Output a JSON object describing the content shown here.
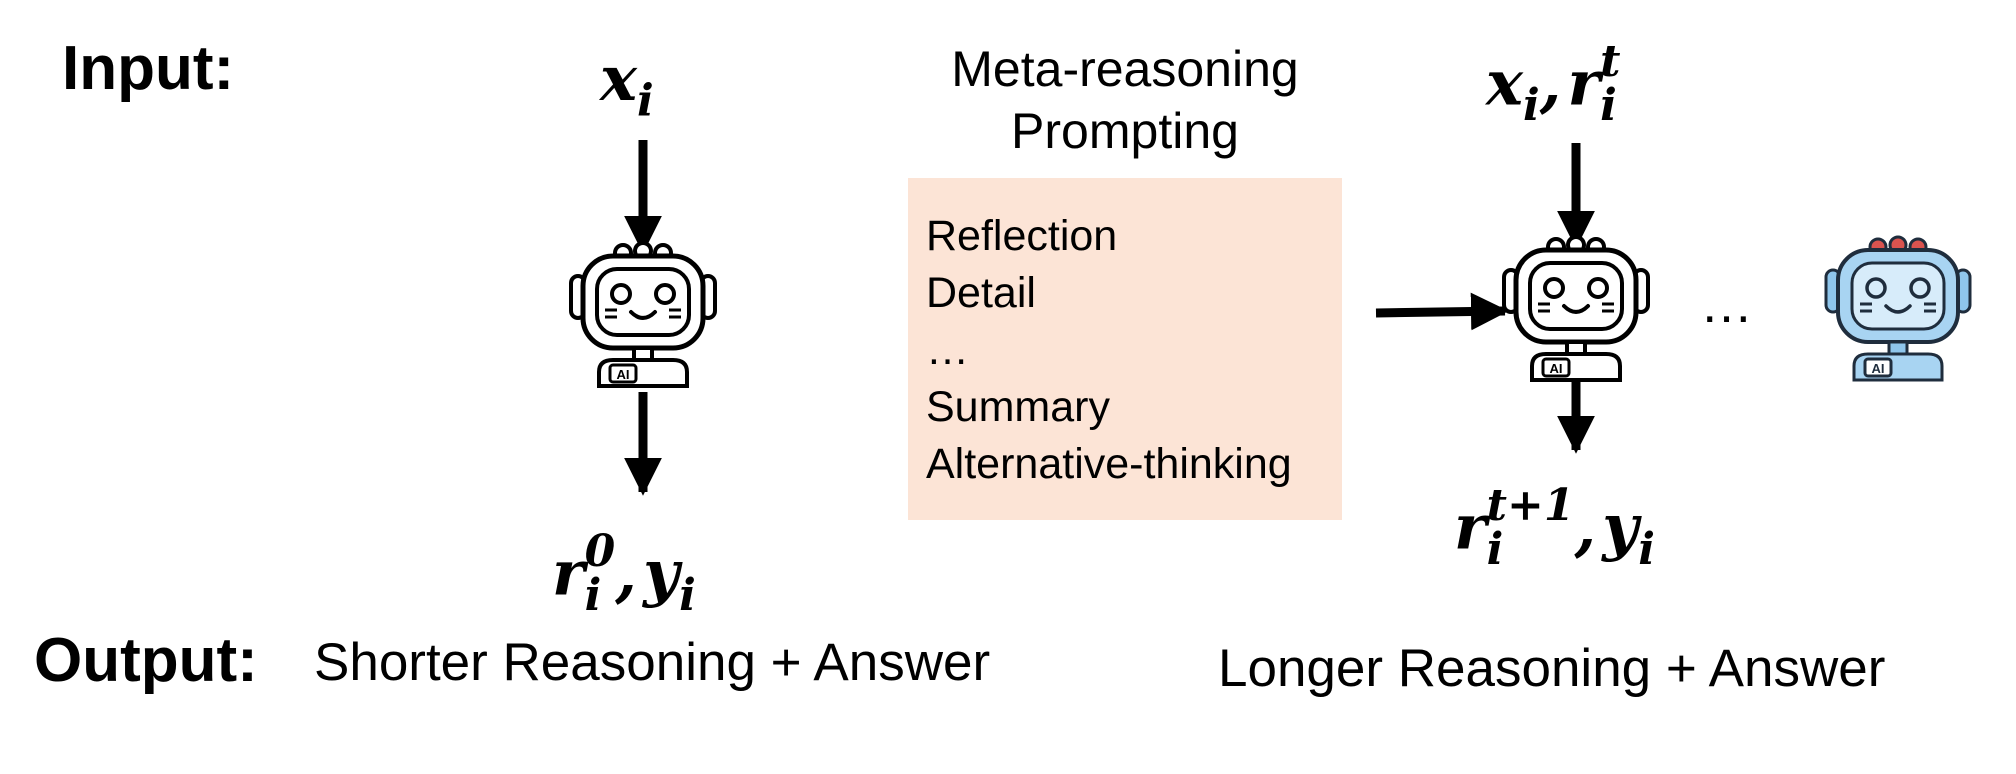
{
  "labels": {
    "input_heading": "Input:",
    "output_heading": "Output:",
    "left_output_caption": "Shorter Reasoning + Answer",
    "right_output_caption": "Longer Reasoning + Answer",
    "ellipsis_between_robots": "…"
  },
  "math": {
    "left_input": {
      "base": "x",
      "sub": "i"
    },
    "left_output": {
      "base1": "r",
      "sup1": "0",
      "sub1": "i",
      "sep": ",",
      "base2": "y",
      "sub2": "i"
    },
    "right_input": {
      "base1": "x",
      "sub1": "i",
      "sep": ",",
      "base2": "r",
      "sup2": "t",
      "sub2": "i"
    },
    "right_output": {
      "base1": "r",
      "sup1": "t+1",
      "sub1": "i",
      "sep": ",",
      "base2": "y",
      "sub2": "i"
    }
  },
  "prompting": {
    "title_line1": "Meta-reasoning",
    "title_line2": "Prompting",
    "items": [
      "Reflection",
      "Detail",
      "…",
      "Summary",
      "Alternative-thinking"
    ]
  },
  "robots": [
    {
      "badge": "AI",
      "style": "outline"
    },
    {
      "badge": "AI",
      "style": "outline"
    },
    {
      "badge": "AI",
      "style": "colored"
    }
  ],
  "colors": {
    "prompt_box": "#fce4d6",
    "robot_blue": "#a8d4f2",
    "robot_red_dots": "#d9534f"
  },
  "icons": [
    "robot-icon"
  ]
}
